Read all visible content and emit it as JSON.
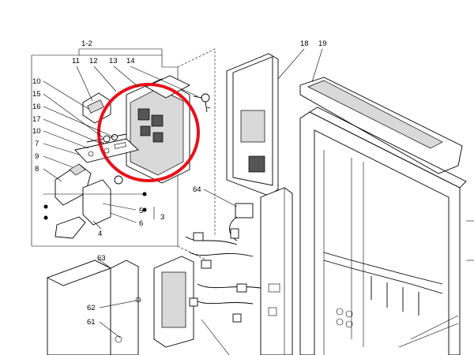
{
  "diagram": {
    "labels": {
      "l_1_2": "1-2",
      "l_11": "11",
      "l_12": "12",
      "l_13": "13",
      "l_14": "14",
      "l_10a": "10",
      "l_15": "15",
      "l_16": "16",
      "l_17": "17",
      "l_10b": "10",
      "l_7": "7",
      "l_9": "9",
      "l_8": "8",
      "l_5": "5",
      "l_6": "6",
      "l_3": "3",
      "l_4": "4",
      "l_18": "18",
      "l_19": "19",
      "l_64": "64",
      "l_63": "63",
      "l_62": "62",
      "l_61": "61"
    },
    "highlight_color": "#e8101a"
  }
}
